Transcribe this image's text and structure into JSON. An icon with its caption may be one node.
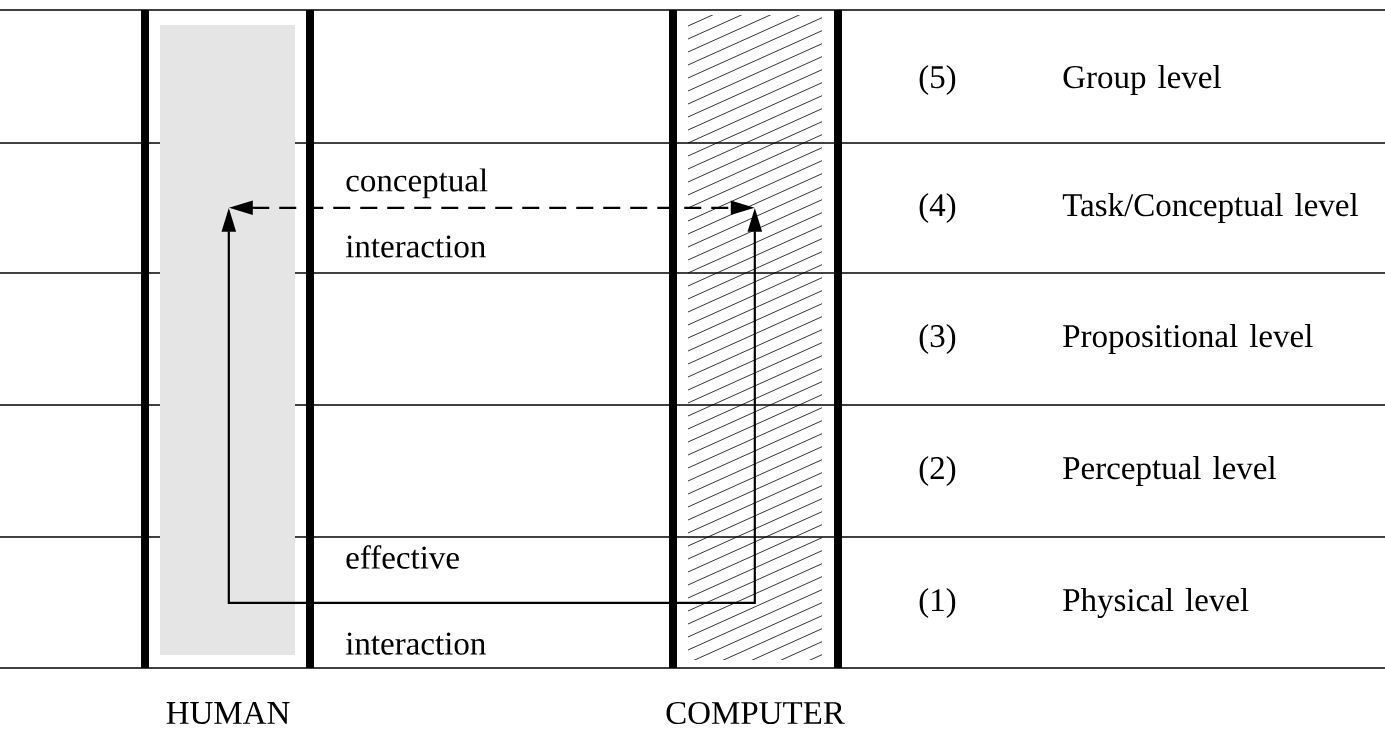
{
  "diagram": {
    "nodes": [
      {
        "text": [
          "HUMAN"
        ]
      },
      {
        "text": [
          "COMPUTER"
        ]
      }
    ],
    "edges": [
      {
        "from": 0,
        "to": 1,
        "arrow": "both",
        "style": "dashed",
        "label": "conceptual interaction"
      },
      {
        "from": 0,
        "to": 1,
        "arrow": "both",
        "label": "effective interaction"
      }
    ],
    "labels": [
      "(5)",
      "Group level",
      "(4)",
      "Task/Conceptual level",
      "(3)",
      "Propositional level",
      "(2)",
      "Perceptual level",
      "(1)",
      "Physical level"
    ]
  }
}
